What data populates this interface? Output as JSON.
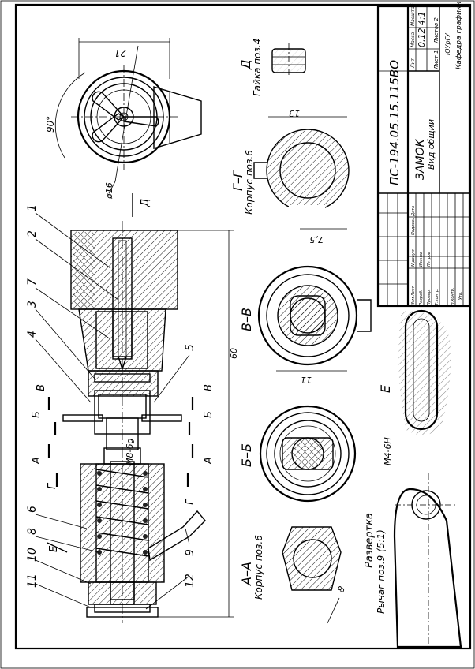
{
  "title_block": {
    "designation": "ПС-194.05.15.115ВО",
    "name": "ЗАМОК",
    "subtitle": "Вид общий",
    "col_lit": "Лит",
    "col_mass": "Масса",
    "col_scale": "Масштаб",
    "mass": "0,12",
    "scale": "4:1",
    "sheet": "Лист 1",
    "sheets": "Листов 2",
    "org1": "ЮУрГУ",
    "org2": "Кафедра графики",
    "row_izm": "Изм Лист",
    "row_ndoc": "N докум.",
    "row_podp": "Подпись Дата",
    "razrab": "Разраб.",
    "razrab_name": "Иванов",
    "prov": "Провер.",
    "prov_name": "Петров",
    "tkontr": "Т.контр.",
    "nkontr": "Н.контр.",
    "utv": "Утв."
  },
  "views": {
    "d_title": "Д",
    "d_caption": "Гайка поз.4",
    "gg_title": "Г–Г",
    "gg_caption": "Корпус поз.6",
    "vv_title": "В–В",
    "bb_title": "Б–Б",
    "aa_title": "А–А",
    "aa_caption": "Корпус поз.6",
    "razv_title": "Развертка",
    "razv_caption": "Рычаг поз.9 (5:1)",
    "e_title": "Е"
  },
  "dims": {
    "d21": "21",
    "d90": "90°",
    "d16": "ø16",
    "d13": "13",
    "d75": "7,5",
    "d11": "11",
    "d60": "60",
    "m8": "M8-6g",
    "m4": "M4-6H",
    "d8": "8"
  },
  "section_letters": {
    "a": "А",
    "b": "Б",
    "v": "В",
    "g": "Г",
    "e": "Е",
    "d": "Д"
  },
  "positions": [
    "1",
    "2",
    "7",
    "3",
    "4",
    "5",
    "6",
    "8",
    "10",
    "11",
    "12",
    "9"
  ]
}
